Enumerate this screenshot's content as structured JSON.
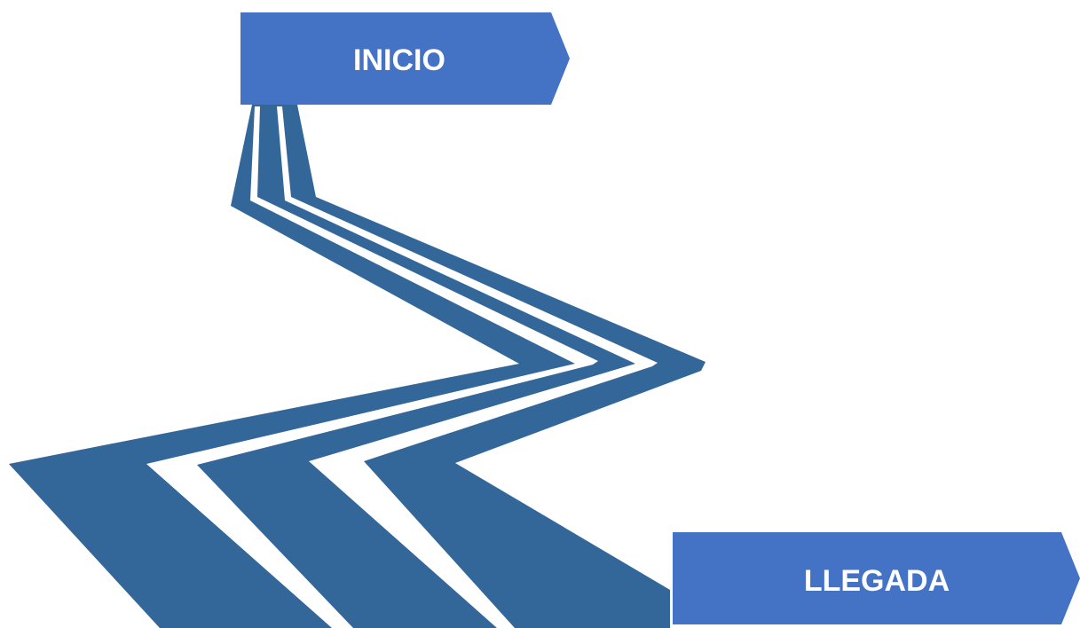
{
  "start_label": "INICIO",
  "end_label": "LLEGADA",
  "colors": {
    "road": "#336699",
    "tag_fill": "#4472C4",
    "tag_text": "#FFFFFF",
    "road_lines": "#FFFFFF"
  },
  "icons": {
    "road": "winding-road-icon",
    "start_tag": "arrow-tag-shape",
    "end_tag": "arrow-tag-shape"
  }
}
